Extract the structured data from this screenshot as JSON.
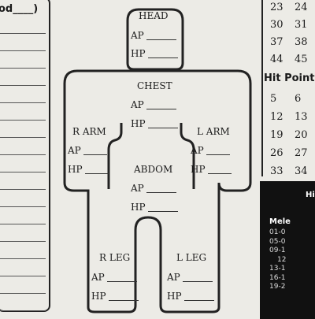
{
  "left_panel": {
    "title": "od____)",
    "rule_count": 17
  },
  "body_map": {
    "head": {
      "label": "HEAD",
      "ap": "AP",
      "hp": "HP"
    },
    "chest": {
      "label": "CHEST",
      "ap": "AP",
      "hp": "HP"
    },
    "r_arm": {
      "label": "R ARM",
      "ap": "AP",
      "hp": "HP"
    },
    "l_arm": {
      "label": "L ARM",
      "ap": "AP",
      "hp": "HP"
    },
    "abdom": {
      "label": "ABDOM",
      "ap": "AP",
      "hp": "HP"
    },
    "r_leg": {
      "label": "R LEG",
      "ap": "AP",
      "hp": "HP"
    },
    "l_leg": {
      "label": "L LEG",
      "ap": "AP",
      "hp": "HP"
    }
  },
  "number_grid_top": [
    [
      "23",
      "24"
    ],
    [
      "30",
      "31"
    ],
    [
      "37",
      "38"
    ],
    [
      "44",
      "45"
    ]
  ],
  "hit_points": {
    "heading": "Hit Point",
    "rows": [
      [
        "5",
        "6"
      ],
      [
        "12",
        "13"
      ],
      [
        "19",
        "20"
      ],
      [
        "26",
        "27"
      ],
      [
        "33",
        "34"
      ]
    ]
  },
  "black_panel": {
    "heading": "Hi",
    "subheading": "Mele",
    "rows": [
      "01-0",
      "05-0",
      "09-1",
      "12",
      "13-1",
      "16-1",
      "19-2"
    ]
  }
}
